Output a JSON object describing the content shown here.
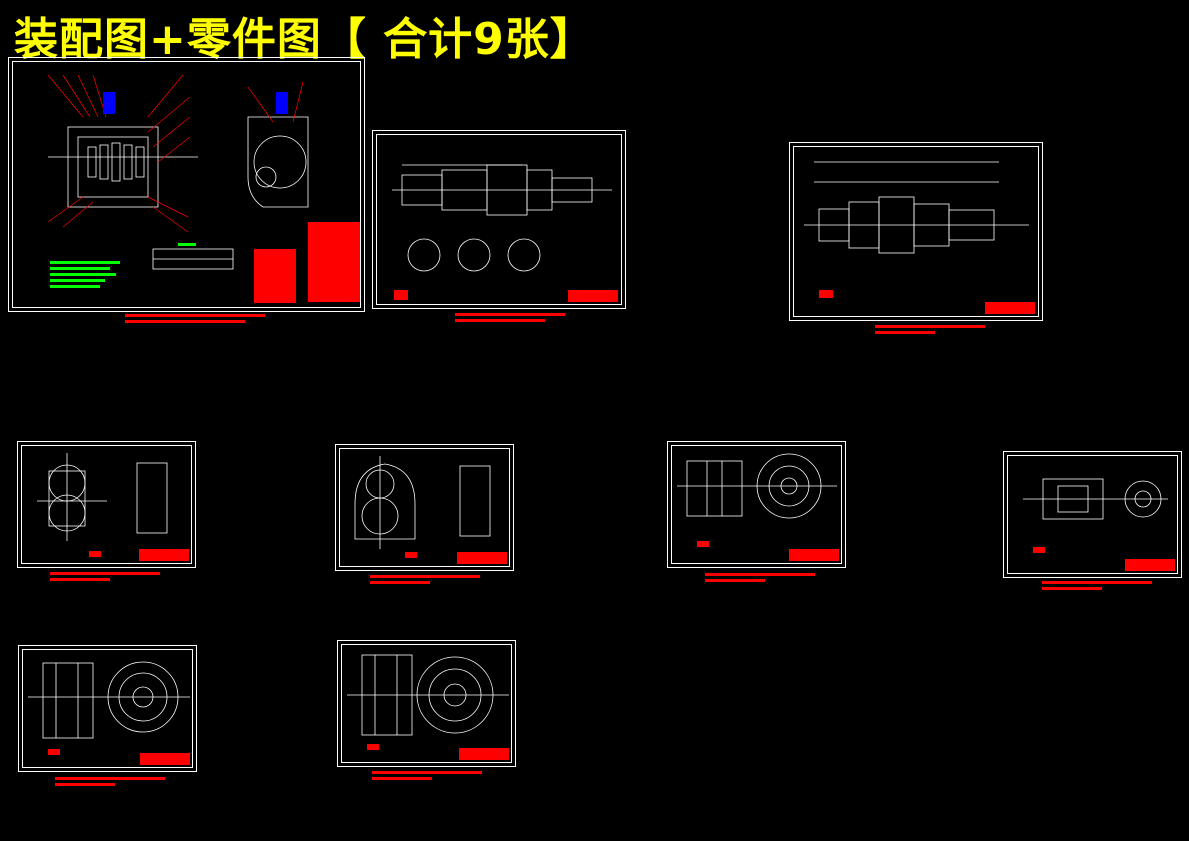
{
  "title": "装配图+零件图【 合计9张】",
  "colors": {
    "background": "#000000",
    "title": "#ffff00",
    "frame": "#ffffff",
    "annotation": "#ff0000",
    "note_text": "#00ff00",
    "part_highlight": "#0000ff",
    "dim_tag": "#00ff00"
  },
  "sheets": [
    {
      "id": "assembly",
      "kind": "assembly"
    },
    {
      "id": "shaft-long",
      "kind": "shaft"
    },
    {
      "id": "shaft-input",
      "kind": "shaft-wide"
    },
    {
      "id": "housing-a",
      "kind": "housing"
    },
    {
      "id": "housing-b",
      "kind": "housing"
    },
    {
      "id": "gear-a",
      "kind": "gear"
    },
    {
      "id": "flange",
      "kind": "flange"
    },
    {
      "id": "gear-b",
      "kind": "gear"
    },
    {
      "id": "gear-c",
      "kind": "gear"
    }
  ]
}
